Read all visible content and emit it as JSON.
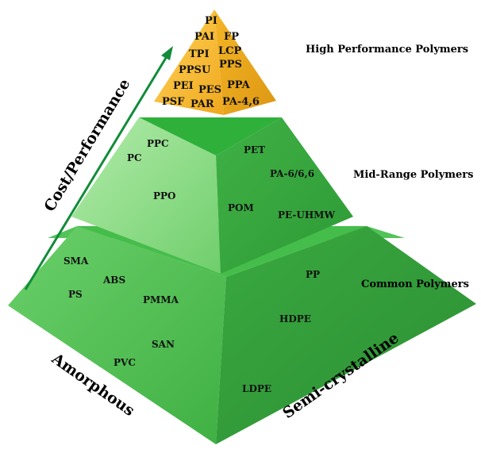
{
  "tiers": {
    "high": {
      "label": "High Performance Polymers",
      "polymers": [
        "PI",
        "PAI",
        "FP",
        "LCP",
        "TPI",
        "PPS",
        "PPSU",
        "PEI",
        "PES",
        "PPA",
        "PSF",
        "PAR",
        "PA-4,6"
      ],
      "colors": {
        "left": "#f2b431",
        "right": "#e7a316"
      }
    },
    "mid": {
      "label": "Mid-Range Polymers",
      "amorphous": [
        "PPC",
        "PC",
        "PPO"
      ],
      "semicrystalline": [
        "PET",
        "PA-6/6,6",
        "POM",
        "PE-UHMW"
      ]
    },
    "common": {
      "label": "Common Polymers",
      "amorphous": [
        "SMA",
        "ABS",
        "PS",
        "PMMA",
        "SAN",
        "PVC"
      ],
      "semicrystalline": [
        "PP",
        "HDPE",
        "LDPE"
      ]
    }
  },
  "axes": {
    "arrow_label": "Cost/Performance",
    "left_label": "Amorphous",
    "right_label": "Semi-crystalline"
  },
  "colors": {
    "arrow": "#128c3a",
    "green_light": "#8fdc8a",
    "green_mid": "#55c450",
    "green_dark": "#36a23c",
    "green_top": "#2fb33a"
  }
}
